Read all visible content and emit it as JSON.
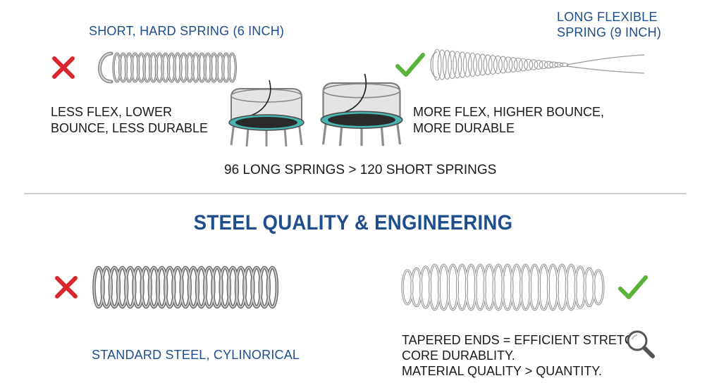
{
  "top": {
    "bad_spring_label": "SHORT, HARD SPRING (6 INCH)",
    "good_spring_label": [
      "LONG FLEXIBLE",
      "SPRING (9 INCH)"
    ],
    "bad_caption": [
      "LESS FLEX, LOWER",
      "BOUNCE, LESS DURABLE"
    ],
    "good_caption": [
      "MORE FLEX, HIGHER BOUNCE,",
      "MORE DURABLE"
    ],
    "comparison": "96 LONG SPRINGS > 120 SHORT SPRINGS"
  },
  "bottom": {
    "heading": "STEEL QUALITY & ENGINEERING",
    "bad_caption": "STANDARD STEEL, CYLINORICAL",
    "good_caption": [
      "TAPERED ENDS = EFFICIENT STRETCH,",
      "CORE DURABLITY.",
      "MATERIAL QUALITY > QUANTITY."
    ]
  },
  "colors": {
    "accent_blue": "#1f4e8c",
    "cross_red": "#d9272e",
    "check_green": "#5cb33b",
    "divider": "#cfcfcf",
    "trampoline_mat": "#2a2a2a",
    "trampoline_pad": "#4ab5b0"
  },
  "icons": [
    "cross-icon",
    "check-icon",
    "magnifier-icon"
  ]
}
